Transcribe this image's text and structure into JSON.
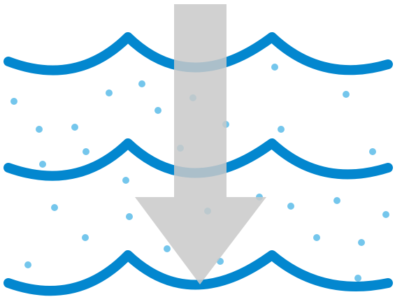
{
  "illustration": {
    "icon": "water-sinking-arrow-icon",
    "colors": {
      "wave": "#0387cf",
      "bubble": "#74c6ec",
      "arrow": "#c9c9c9",
      "background": "#ffffff"
    },
    "wave_count": 3,
    "arrow_direction": "down",
    "arrow_opacity": 0.85
  }
}
